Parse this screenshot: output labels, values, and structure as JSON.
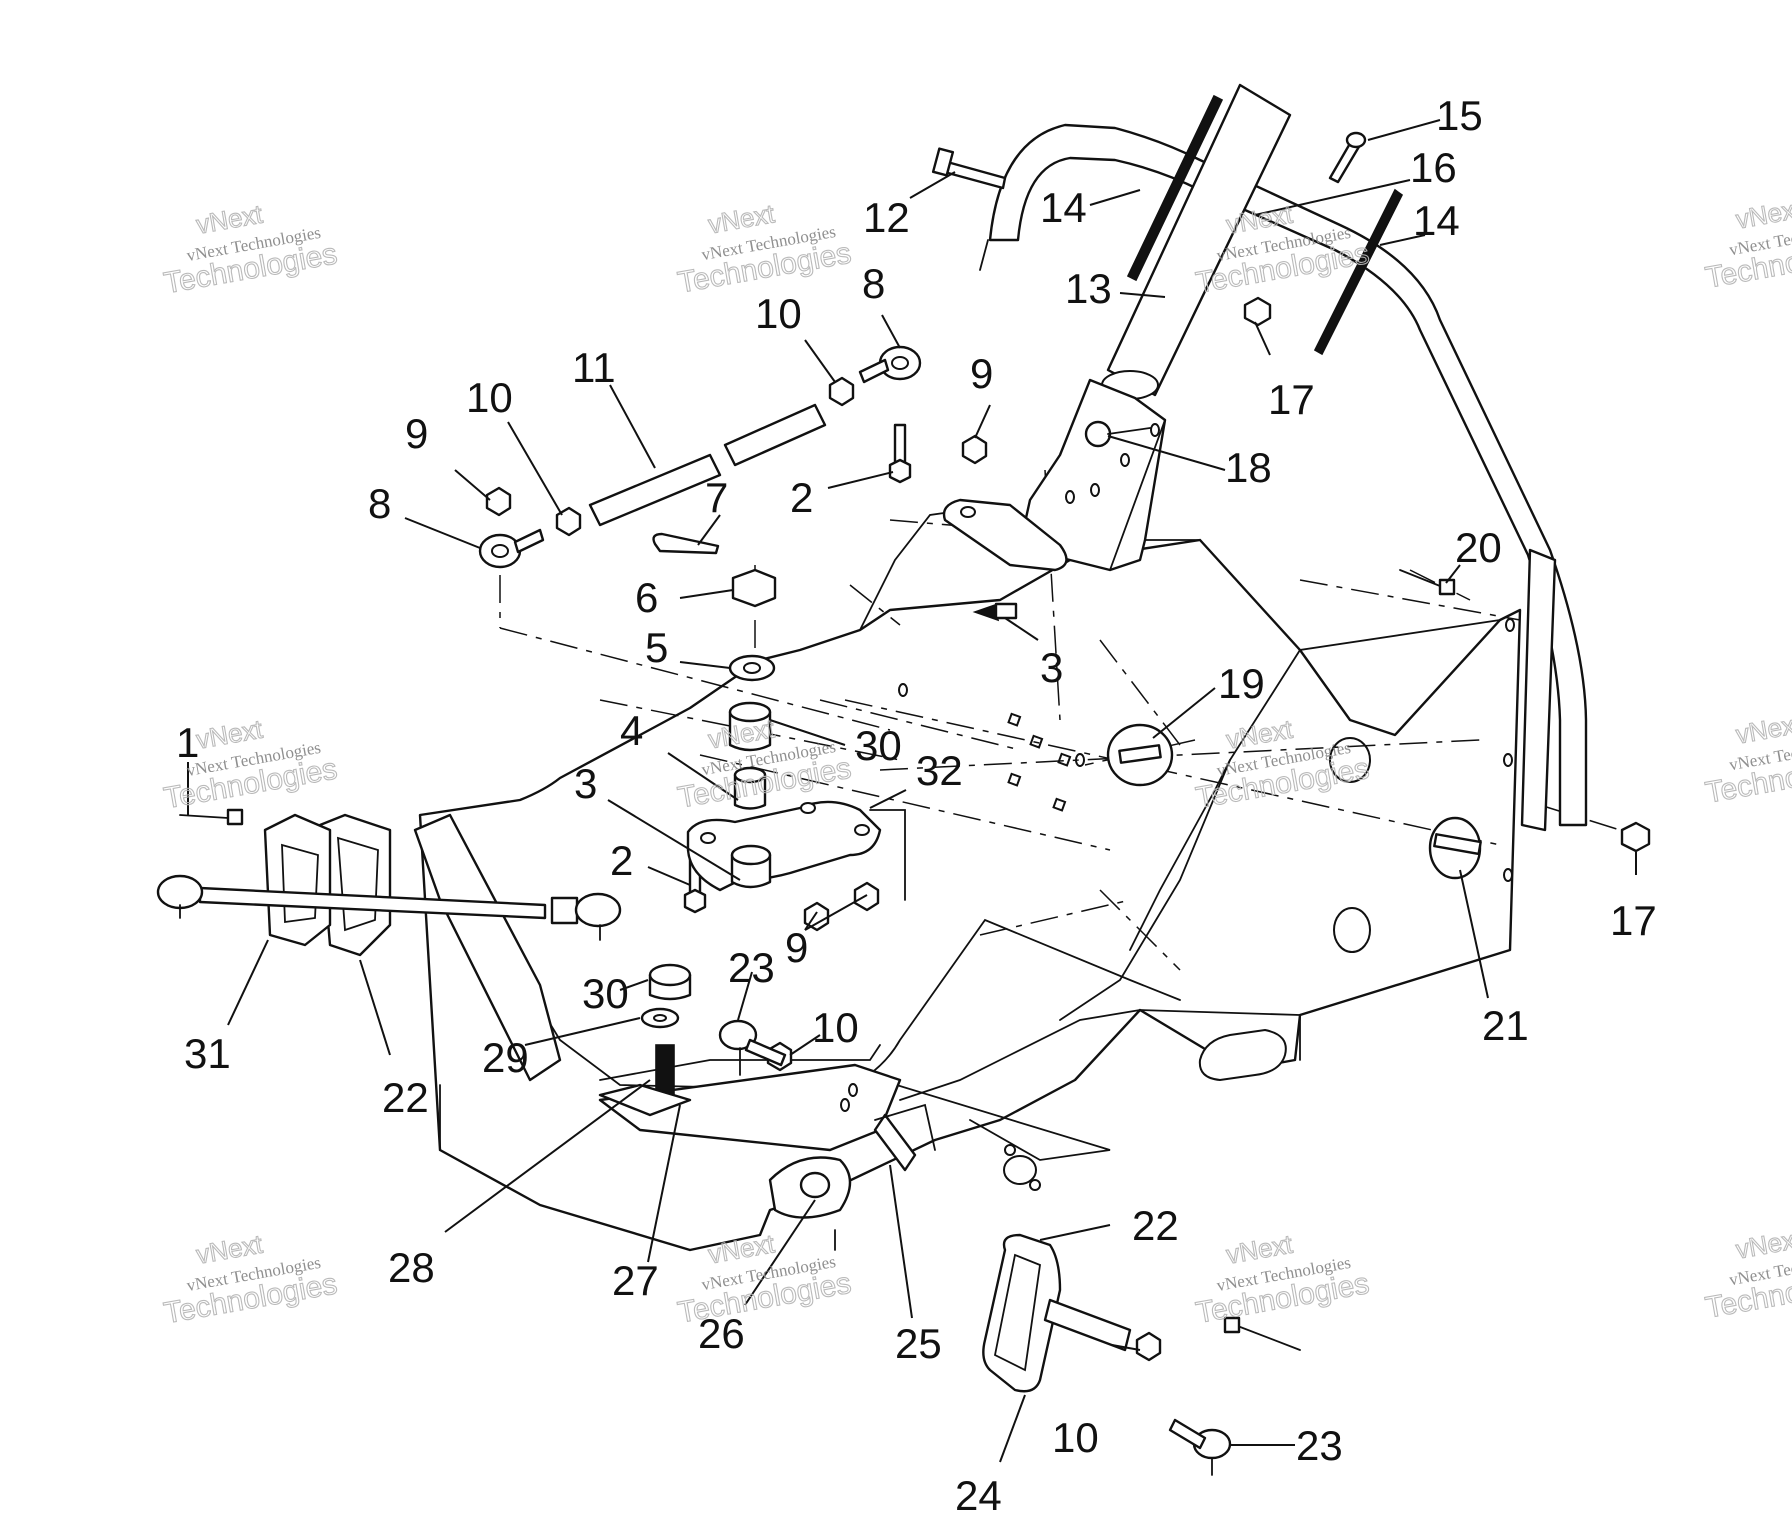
{
  "watermark": {
    "line_small": "vNext Technologies",
    "line_top": "vNext",
    "line_big": "Technologies"
  },
  "callouts": [
    {
      "id": "c1",
      "label": "1"
    },
    {
      "id": "c2a",
      "label": "2"
    },
    {
      "id": "c2b",
      "label": "2"
    },
    {
      "id": "c3a",
      "label": "3"
    },
    {
      "id": "c3b",
      "label": "3"
    },
    {
      "id": "c4",
      "label": "4"
    },
    {
      "id": "c5",
      "label": "5"
    },
    {
      "id": "c6",
      "label": "6"
    },
    {
      "id": "c7",
      "label": "7"
    },
    {
      "id": "c8a",
      "label": "8"
    },
    {
      "id": "c8b",
      "label": "8"
    },
    {
      "id": "c9a",
      "label": "9"
    },
    {
      "id": "c9b",
      "label": "9"
    },
    {
      "id": "c9c",
      "label": "9"
    },
    {
      "id": "c10a",
      "label": "10"
    },
    {
      "id": "c10b",
      "label": "10"
    },
    {
      "id": "c10c",
      "label": "10"
    },
    {
      "id": "c10d",
      "label": "10"
    },
    {
      "id": "c11",
      "label": "11"
    },
    {
      "id": "c12",
      "label": "12"
    },
    {
      "id": "c13",
      "label": "13"
    },
    {
      "id": "c14a",
      "label": "14"
    },
    {
      "id": "c14b",
      "label": "14"
    },
    {
      "id": "c15",
      "label": "15"
    },
    {
      "id": "c16",
      "label": "16"
    },
    {
      "id": "c17a",
      "label": "17"
    },
    {
      "id": "c17b",
      "label": "17"
    },
    {
      "id": "c18",
      "label": "18"
    },
    {
      "id": "c19",
      "label": "19"
    },
    {
      "id": "c20",
      "label": "20"
    },
    {
      "id": "c21",
      "label": "21"
    },
    {
      "id": "c22a",
      "label": "22"
    },
    {
      "id": "c22b",
      "label": "22"
    },
    {
      "id": "c23a",
      "label": "23"
    },
    {
      "id": "c23b",
      "label": "23"
    },
    {
      "id": "c24",
      "label": "24"
    },
    {
      "id": "c25",
      "label": "25"
    },
    {
      "id": "c26",
      "label": "26"
    },
    {
      "id": "c27",
      "label": "27"
    },
    {
      "id": "c28",
      "label": "28"
    },
    {
      "id": "c29",
      "label": "29"
    },
    {
      "id": "c30a",
      "label": "30"
    },
    {
      "id": "c30b",
      "label": "30"
    },
    {
      "id": "c31",
      "label": "31"
    },
    {
      "id": "c32",
      "label": "32"
    }
  ]
}
